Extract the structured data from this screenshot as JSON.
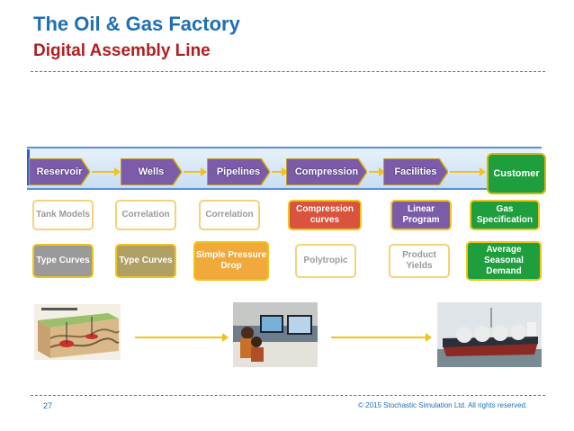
{
  "header": {
    "title": "The Oil & Gas Factory",
    "subtitle": "Digital Assembly Line"
  },
  "pipeline": {
    "stages": [
      "Reservoir",
      "Wells",
      "Pipelines",
      "Compression",
      "Facilities"
    ],
    "customer": "Customer"
  },
  "models_row": [
    "Tank Models",
    "Correlation",
    "Correlation",
    "Compression curves",
    "Linear Program",
    "Gas Specification"
  ],
  "outputs_row": [
    "Type Curves",
    "Type Curves",
    "Simple Pressure Drop",
    "Polytropic",
    "Product Yields",
    "Average Seasonal Demand"
  ],
  "colors": {
    "title": "#1f6fb5",
    "subtitle": "#b01e23",
    "chevron": "#7c5ca8",
    "customer": "#1f9e3e",
    "arrow": "#f2c21a"
  },
  "images": [
    "geology-cross-section-image",
    "control-room-image",
    "lng-tanker-image"
  ],
  "footer": {
    "page_number": "27",
    "copyright": "© 2015 Stochastic Simulation Ltd. All rights reserved."
  }
}
